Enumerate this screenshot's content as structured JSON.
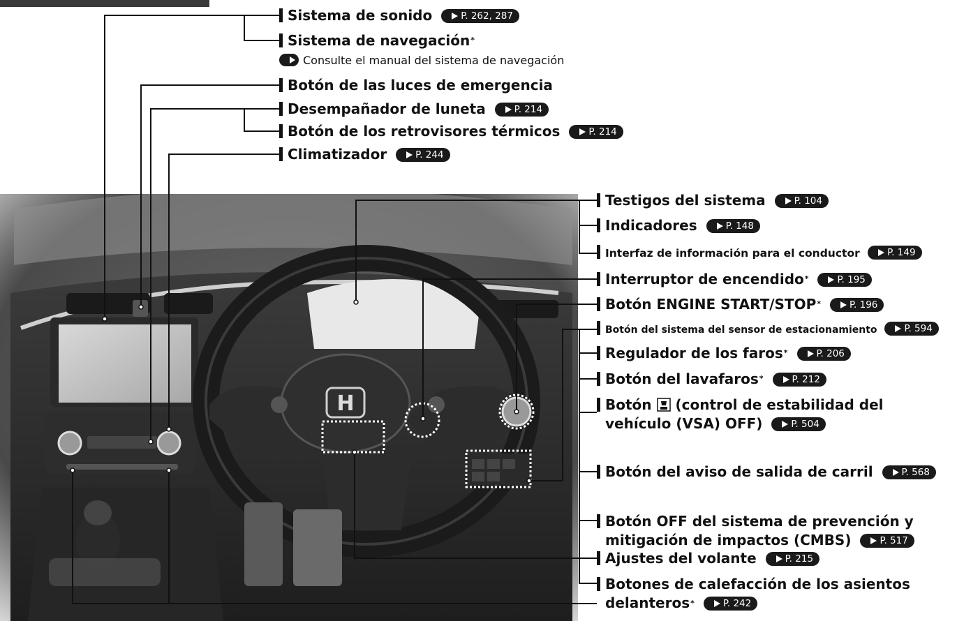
{
  "labels": {
    "sound": {
      "text": "Sistema de sonido",
      "ref": "P. 262, 287"
    },
    "navigation": {
      "text": "Sistema de navegación",
      "star": "*"
    },
    "navigation_note": "Consulte el manual del sistema de navegación",
    "hazard": {
      "text": "Botón de las luces de emergencia"
    },
    "rear_defrost": {
      "text": "Desempañador de luneta",
      "ref": "P. 214"
    },
    "mirror_heat": {
      "text": "Botón de los retrovisores térmicos",
      "ref": "P. 214"
    },
    "climate": {
      "text": "Climatizador",
      "ref": "P. 244"
    },
    "system_lights": {
      "text": "Testigos del sistema",
      "ref": "P. 104"
    },
    "gauges": {
      "text": "Indicadores",
      "ref": "P. 148"
    },
    "driver_info": {
      "text": "Interfaz de información para el conductor",
      "ref": "P. 149"
    },
    "ignition": {
      "text": "Interruptor de encendido",
      "star": "*",
      "ref": "P. 195"
    },
    "engine_start": {
      "text": "Botón ENGINE START/STOP",
      "star": "*",
      "ref": "P. 196"
    },
    "parking_sensor": {
      "text": "Botón del sistema del sensor de estacionamiento",
      "ref": "P. 594"
    },
    "headlight_adj": {
      "text": "Regulador de los faros",
      "star": "*",
      "ref": "P. 206"
    },
    "headlight_wash": {
      "text": "Botón del lavafaros",
      "star": "*",
      "ref": "P. 212"
    },
    "vsa": {
      "text_a": "Botón",
      "text_b": "(control de estabilidad del",
      "text_c": "vehículo (VSA) OFF)",
      "ref": "P. 504"
    },
    "lane": {
      "text": "Botón del aviso de salida de carril",
      "ref": "P. 568"
    },
    "cmbs": {
      "text_a": "Botón OFF del sistema de prevención y",
      "text_b": "mitigación de impactos (CMBS)",
      "ref": "P. 517"
    },
    "steering_adj": {
      "text": "Ajustes del volante",
      "ref": "P. 215"
    },
    "seat_heat": {
      "text_a": "Botones de calefacción de los asientos",
      "text_b": "delanteros",
      "star": "*",
      "ref": "P. 242"
    }
  }
}
